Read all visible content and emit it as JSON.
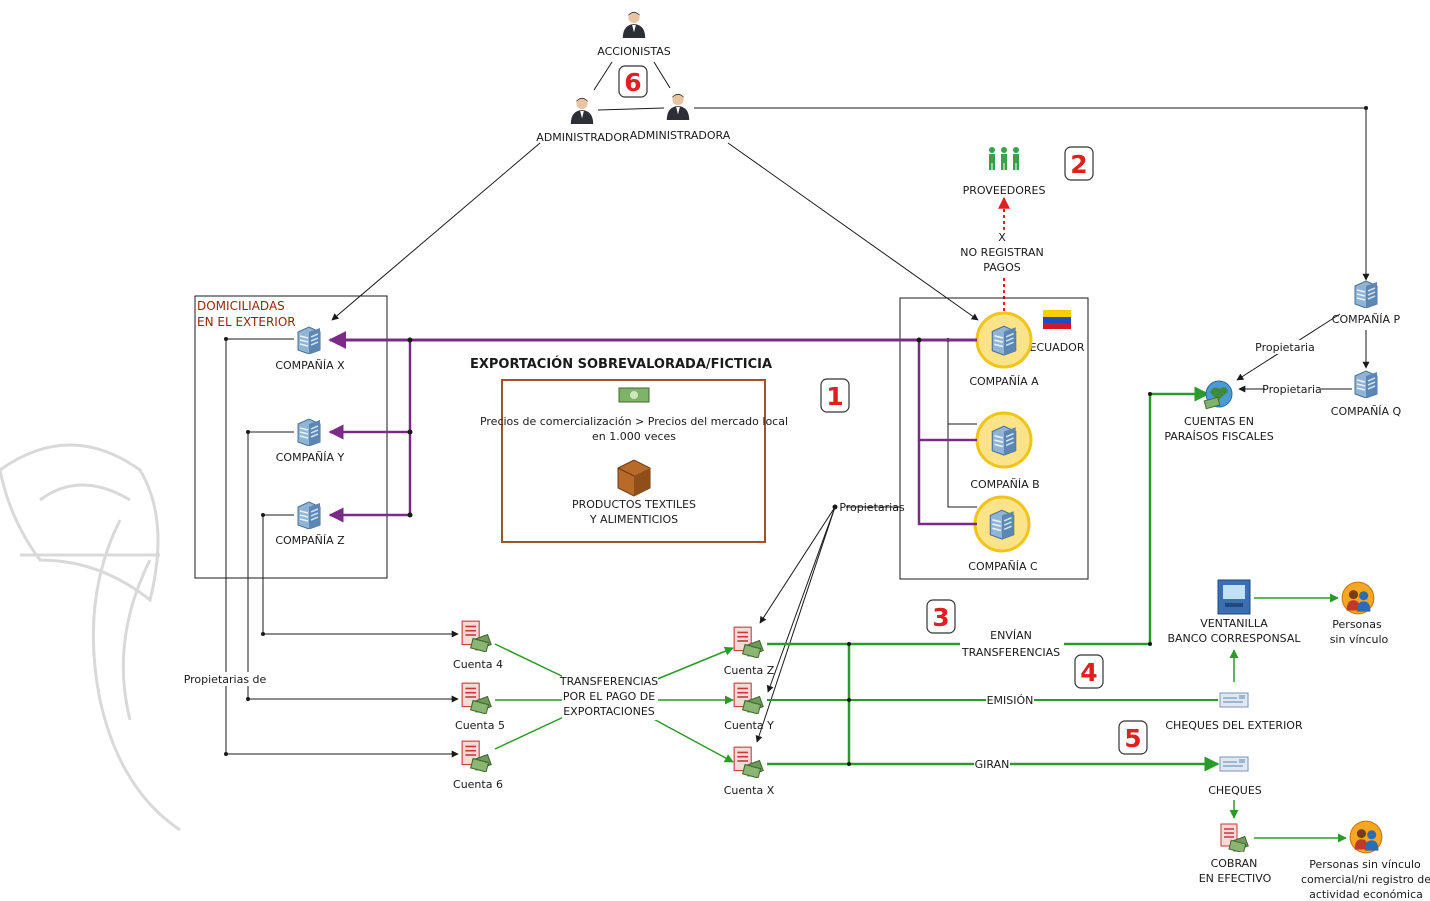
{
  "colors": {
    "purple": "#7b2a88",
    "green": "#2a9a2a",
    "black": "#1a1a1a",
    "red": "#e02020",
    "brown": "#a0522d",
    "watermark": "#d9d9d9"
  },
  "top": {
    "shareholders": "ACCIONISTAS",
    "admin_m": "ADMINISTRADOR",
    "admin_f": "ADMINISTRADORA",
    "badge": "6"
  },
  "suppliers": {
    "label": "PROVEEDORES",
    "badge": "2",
    "x_mark": "X",
    "no_pay_line1": "NO REGISTRAN",
    "no_pay_line2": "PAGOS"
  },
  "foreign": {
    "title_line1": "DOMICILIADAS",
    "title_line2": "EN EL EXTERIOR",
    "company_x": "COMPAÑÍA X",
    "company_y": "COMPAÑÍA Y",
    "company_z": "COMPAÑÍA Z",
    "owners_of": "Propietarias de"
  },
  "export": {
    "title": "EXPORTACIÓN SOBREVALORADA/FICTICIA",
    "badge": "1",
    "price_line1": "Precios de comercialización > Precios del mercado local",
    "price_line2": "en 1.000 veces",
    "products_line1": "PRODUCTOS TEXTILES",
    "products_line2": "Y ALIMENTICIOS"
  },
  "ecuador": {
    "country": "ECUADOR",
    "company_a": "COMPAÑÍA A",
    "company_b": "COMPAÑÍA B",
    "company_c": "COMPAÑÍA C",
    "owners": "Propietarias"
  },
  "offshore": {
    "company_p": "COMPAÑÍA P",
    "company_q": "COMPAÑÍA Q",
    "owner_1": "Propietaria",
    "owner_2": "Propietaria",
    "accounts_line1": "CUENTAS EN",
    "accounts_line2": "PARAÍSOS FISCALES"
  },
  "accounts": {
    "c4": "Cuenta 4",
    "c5": "Cuenta 5",
    "c6": "Cuenta 6",
    "cz": "Cuenta Z",
    "cy": "Cuenta Y",
    "cx": "Cuenta X",
    "transfer_line1": "TRANSFERENCIAS",
    "transfer_line2": "POR EL PAGO DE",
    "transfer_line3": "EXPORTACIONES"
  },
  "flows": {
    "badge3": "3",
    "send_line1": "ENVÍAN",
    "send_line2": "TRANSFERENCIAS",
    "badge4": "4",
    "emission": "EMISIÓN",
    "badge5": "5",
    "draw": "GIRAN"
  },
  "bank": {
    "window_line1": "VENTANILLA",
    "window_line2": "BANCO CORRESPONSAL",
    "people1_line1": "Personas",
    "people1_line2": "sin vínculo",
    "foreign_cheques": "CHEQUES DEL EXTERIOR",
    "cheques": "CHEQUES",
    "cash_line1": "COBRAN",
    "cash_line2": "EN EFECTIVO",
    "people2_line1": "Personas sin vínculo",
    "people2_line2": "comercial/ni registro de",
    "people2_line3": "actividad económica"
  }
}
